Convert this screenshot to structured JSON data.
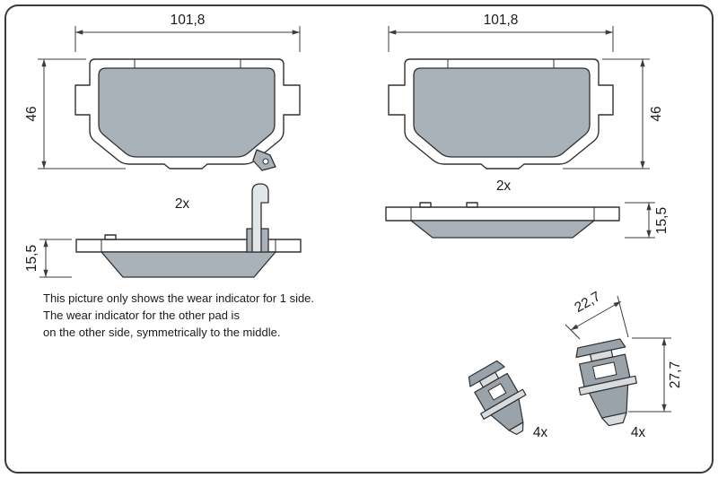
{
  "labels": {
    "pad_width_left": "101,8",
    "pad_width_right": "101,8",
    "pad_height_left": "46",
    "pad_height_right": "46",
    "pad_qty_left": "2x",
    "pad_qty_right": "2x",
    "pad_thickness_left": "15,5",
    "pad_thickness_right": "15,5",
    "clip_width": "22,7",
    "clip_height": "27,7",
    "clip_qty_small": "4x",
    "clip_qty_large": "4x"
  },
  "note": {
    "line1": "This picture only shows the wear indicator for 1 side.",
    "line2": "The wear indicator for the other pad is",
    "line3": "on the other side, symmetrically to the middle."
  },
  "colors": {
    "line": "#303030",
    "dim_line": "#3c3c3c",
    "pad_fill": "#a9b1b9",
    "pad_fill_light": "#e3e6e9",
    "background": "#ffffff"
  }
}
